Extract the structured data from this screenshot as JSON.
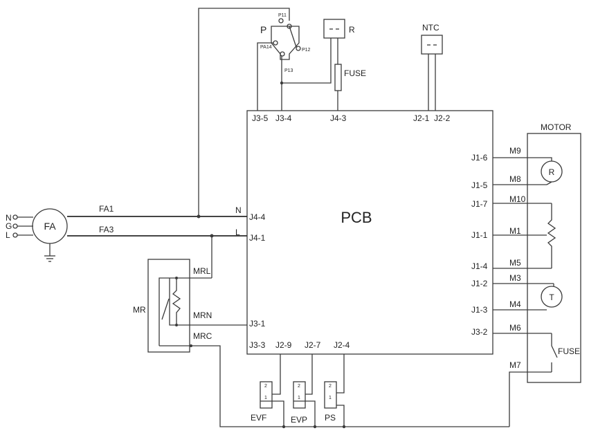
{
  "pcb": {
    "label": "PCB",
    "pins": {
      "j3_5": "J3-5",
      "j3_4": "J3-4",
      "j4_3": "J4-3",
      "j2_1": "J2-1",
      "j2_2": "J2-2",
      "j1_6": "J1-6",
      "j1_5": "J1-5",
      "j1_7": "J1-7",
      "j1_1": "J1-1",
      "j1_4": "J1-4",
      "j1_2": "J1-2",
      "j1_3": "J1-3",
      "j3_2": "J3-2",
      "j4_4": "J4-4",
      "j4_1": "J4-1",
      "j3_1": "J3-1",
      "j3_3": "J3-3",
      "j2_9": "J2-9",
      "j2_7": "J2-7",
      "j2_4": "J2-4"
    }
  },
  "pressure_switch": {
    "label": "P",
    "p11": "P11",
    "p12": "P12",
    "p13": "P13",
    "pa14": "PA14"
  },
  "heater_r": {
    "label": "R"
  },
  "fuse_top": {
    "label": "FUSE"
  },
  "ntc": {
    "label": "NTC"
  },
  "power": {
    "n": "N",
    "g": "G",
    "l": "L",
    "fa": "FA",
    "fa1": "FA1",
    "fa3": "FA3",
    "n_pin": "N",
    "l_pin": "L"
  },
  "mr": {
    "label": "MR",
    "mrl": "MRL",
    "mrn": "MRN",
    "mrc": "MRC"
  },
  "motor": {
    "label": "MOTOR",
    "m9": "M9",
    "m8": "M8",
    "m10": "M10",
    "m1": "M1",
    "m5": "M5",
    "m3": "M3",
    "m4": "M4",
    "m6": "M6",
    "m7": "M7",
    "r": "R",
    "t": "T",
    "fuse": "FUSE"
  },
  "valves": {
    "evf": "EVF",
    "evp": "EVP",
    "ps": "PS"
  }
}
